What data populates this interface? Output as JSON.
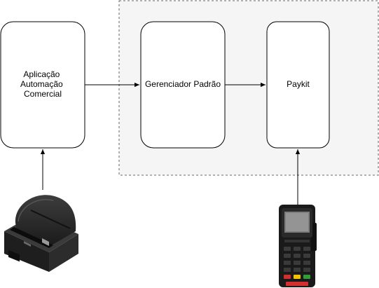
{
  "diagram": {
    "nodes": [
      {
        "id": "app",
        "lines": [
          "Aplicação",
          "Automação",
          "Comercial"
        ]
      },
      {
        "id": "gerenciador",
        "lines": [
          "Gerenciador Padrão"
        ]
      },
      {
        "id": "paykit",
        "lines": [
          "Paykit"
        ]
      }
    ],
    "edges": [
      {
        "from": "app",
        "to": "gerenciador"
      },
      {
        "from": "gerenciador",
        "to": "paykit"
      },
      {
        "from": "printer",
        "to": "app"
      },
      {
        "from": "pinpad",
        "to": "paykit"
      }
    ],
    "container": {
      "style": "dashed",
      "fill": "#f5f5f5"
    },
    "devices": [
      {
        "id": "printer",
        "icon": "receipt-printer-icon"
      },
      {
        "id": "pinpad",
        "icon": "pinpad-terminal-icon"
      }
    ]
  }
}
